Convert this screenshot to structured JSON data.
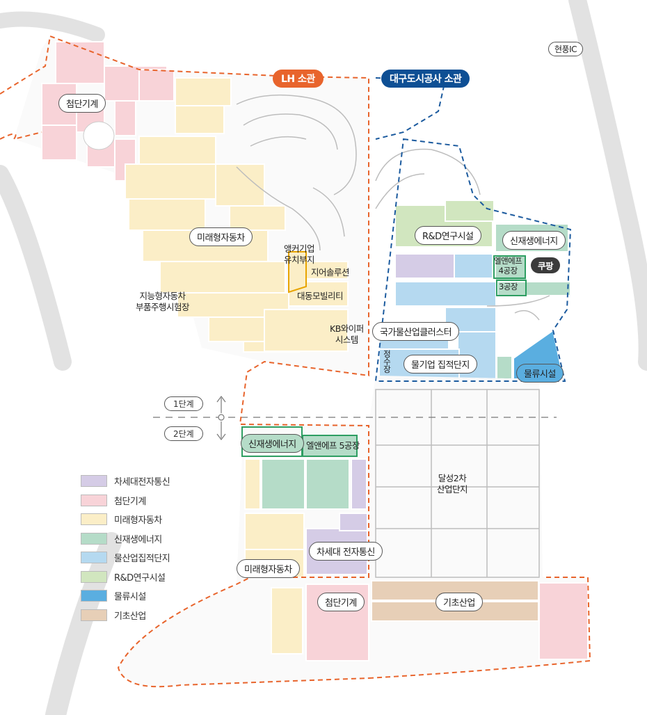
{
  "colors": {
    "next_gen_electronics": "#d5cce6",
    "advanced_machinery": "#f8d3d8",
    "future_automotive": "#fbeec7",
    "renewable_energy": "#b5dcc8",
    "water_cluster": "#b5d9f0",
    "rnd": "#d1e6bf",
    "logistics": "#5aaee0",
    "basic_industry": "#e7cfb7",
    "lh_border": "#e8642c",
    "dudc_border": "#1b5a9e",
    "lh_tag_bg": "#e8642c",
    "dudc_tag_bg": "#0e4f94",
    "coupang_bg": "#3b3b3b"
  },
  "header": {
    "lh_label": "LH 소관",
    "dudc_label": "대구도시공사 소관",
    "ic_label": "현풍IC"
  },
  "zones": {
    "advanced_machinery_top": "첨단기계",
    "future_auto_top": "미래형자동차",
    "anchor_line1": "앵커기업",
    "anchor_line2": "유치부지",
    "zsolution": "지어솔루션",
    "daedong": "대동모빌리티",
    "kb_line1": "KB와이퍼",
    "kb_line2": "시스템",
    "autonomous_line1": "지능형자동차",
    "autonomous_line2": "부품주행시험장",
    "rnd": "R&D연구시설",
    "renewable_top": "신재생에너지",
    "lnf4_line1": "엘앤에프",
    "lnf4_line2": "4공장",
    "coupang": "쿠팡",
    "plant3": "3공장",
    "water_cluster_national": "국가물산업클러스터",
    "purification": "정수장",
    "water_complex": "물기업 집적단지",
    "logistics": "물류시설",
    "renewable_bottom": "신재생에너지",
    "lnf5": "엘앤에프 5공장",
    "dalseong_line1": "달성2차",
    "dalseong_line2": "산업단지",
    "next_gen_bottom": "차세대 전자통신",
    "future_auto_bottom": "미래형자동차",
    "advanced_machinery_bottom": "첨단기계",
    "basic_industry": "기초산업"
  },
  "stages": {
    "stage1": "1단계",
    "stage2": "2단계"
  },
  "legend": [
    {
      "label": "차세대전자통신",
      "color": "#d5cce6"
    },
    {
      "label": "첨단기계",
      "color": "#f8d3d8"
    },
    {
      "label": "미래형자동차",
      "color": "#fbeec7"
    },
    {
      "label": "신재생에너지",
      "color": "#b5dcc8"
    },
    {
      "label": "물산업집적단지",
      "color": "#b5d9f0"
    },
    {
      "label": "R&D연구시설",
      "color": "#d1e6bf"
    },
    {
      "label": "물류시설",
      "color": "#5aaee0"
    },
    {
      "label": "기초산업",
      "color": "#e7cfb7"
    }
  ]
}
